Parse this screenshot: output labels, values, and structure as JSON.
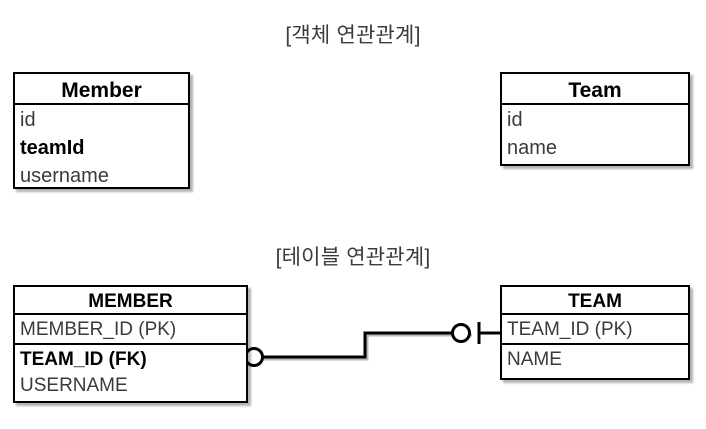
{
  "page": {
    "background": "#ffffff",
    "text_color": "#3a3a3a",
    "line_color": "#000000"
  },
  "sections": {
    "object_model": {
      "caption": "[객체 연관관계]",
      "entities": [
        {
          "name": "Member",
          "attributes": [
            {
              "label": "id",
              "bold": false,
              "separator_above": false
            },
            {
              "label": "teamId",
              "bold": true,
              "separator_above": false
            },
            {
              "label": "username",
              "bold": false,
              "separator_above": false
            }
          ]
        },
        {
          "name": "Team",
          "attributes": [
            {
              "label": "id",
              "bold": false,
              "separator_above": false
            },
            {
              "label": "name",
              "bold": false,
              "separator_above": false
            }
          ]
        }
      ]
    },
    "table_model": {
      "caption": "[테이블 연관관계]",
      "entities": [
        {
          "name": "MEMBER",
          "attributes": [
            {
              "label": "MEMBER_ID (PK)",
              "bold": false,
              "separator_above": false
            },
            {
              "label": "TEAM_ID (FK)",
              "bold": true,
              "separator_above": true
            },
            {
              "label": "USERNAME",
              "bold": false,
              "separator_above": false
            }
          ]
        },
        {
          "name": "TEAM",
          "attributes": [
            {
              "label": "TEAM_ID (PK)",
              "bold": false,
              "separator_above": false
            },
            {
              "label": "NAME",
              "bold": false,
              "separator_above": true
            }
          ]
        }
      ],
      "relationship": {
        "from_entity": "MEMBER",
        "from_attribute": "TEAM_ID (FK)",
        "to_entity": "TEAM",
        "to_attribute": "TEAM_ID (PK)",
        "from_cardinality": "zero-or-many",
        "to_cardinality": "zero-or-one",
        "notation": "crows-foot"
      }
    }
  }
}
